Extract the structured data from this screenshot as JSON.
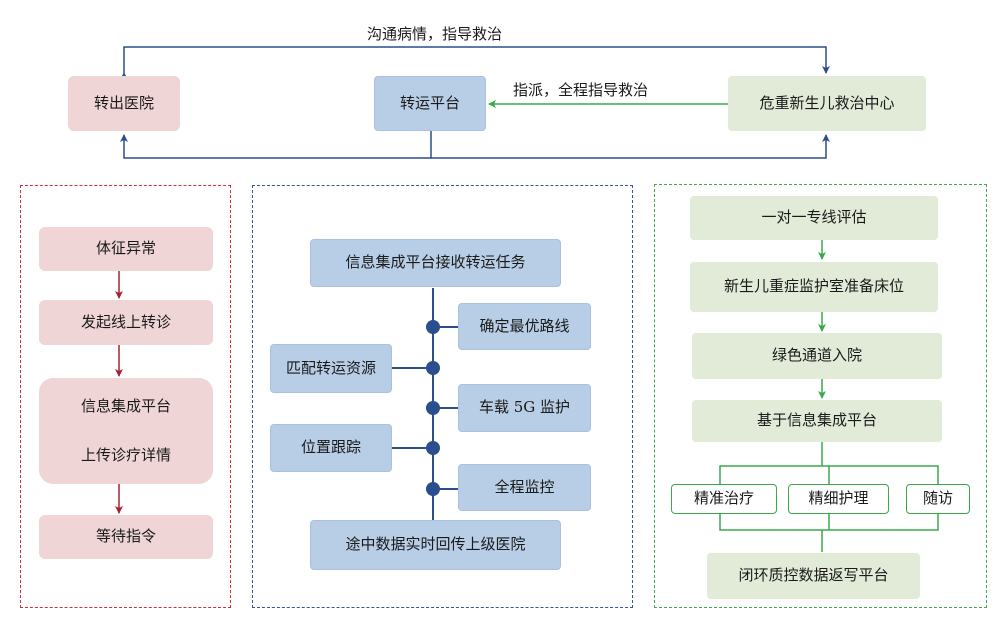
{
  "top": {
    "left_box": "转出医院",
    "mid_box": "转运平台",
    "right_box": "危重新生儿救治中心",
    "top_arrow_label": "沟通病情，指导救治",
    "green_arrow_label": "指派，全程指导救治"
  },
  "left_panel": {
    "steps": [
      "体征异常",
      "发起线上转诊",
      "信息集成平台",
      "上传诊疗详情",
      "等待指令"
    ]
  },
  "mid_panel": {
    "top_box": "信息集成平台接收转运任务",
    "right_boxes": [
      "确定最优路线",
      "车载 5G 监护",
      "全程监控"
    ],
    "left_boxes": [
      "匹配转运资源",
      "位置跟踪"
    ],
    "bottom_box": "途中数据实时回传上级医院"
  },
  "right_panel": {
    "steps": [
      "一对一专线评估",
      "新生儿重症监护室准备床位",
      "绿色通道入院",
      "基于信息集成平台"
    ],
    "branches": [
      "精准治疗",
      "精细护理",
      "随访"
    ],
    "final": "闭环质控数据返写平台"
  },
  "colors": {
    "pink_box": "#efd5d6",
    "blue_box": "#b8cde6",
    "green_box": "#e1ebd8",
    "red_arrow": "#a3242f",
    "blue_line": "#2a4f8c",
    "green_arrow": "#3aa84a",
    "left_border": "#c8323c",
    "mid_border": "#3a53a0",
    "right_border": "#45a652"
  }
}
